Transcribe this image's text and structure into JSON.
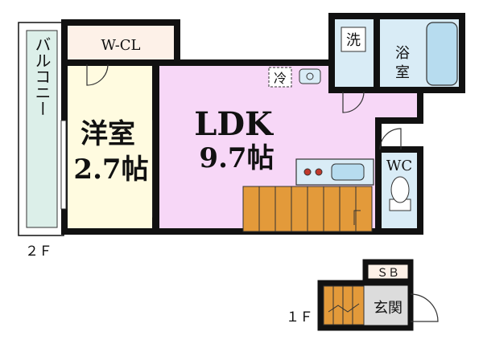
{
  "rooms": {
    "western": {
      "name": "洋室",
      "size": "2.7帖"
    },
    "ldk": {
      "name": "LDK",
      "size": "9.7帖"
    },
    "wcl": "W-CL",
    "balcony": "バルコニー",
    "washer": "洗",
    "bath": "浴室",
    "fridge": "冷",
    "wc": "WC",
    "sb": "ＳＢ",
    "entrance": "玄関"
  },
  "floors": {
    "second": "２Ｆ",
    "first": "１Ｆ"
  },
  "colors": {
    "wall": "#111111",
    "ldk_floor": "#f7d7f7",
    "western_floor": "#fffbe0",
    "closet_floor": "#fdf1e8",
    "wet_area": "#d9ecf6",
    "balcony": "#dcefe9",
    "stairs": "#e39a3a",
    "entrance_floor": "#dcdcdc"
  }
}
